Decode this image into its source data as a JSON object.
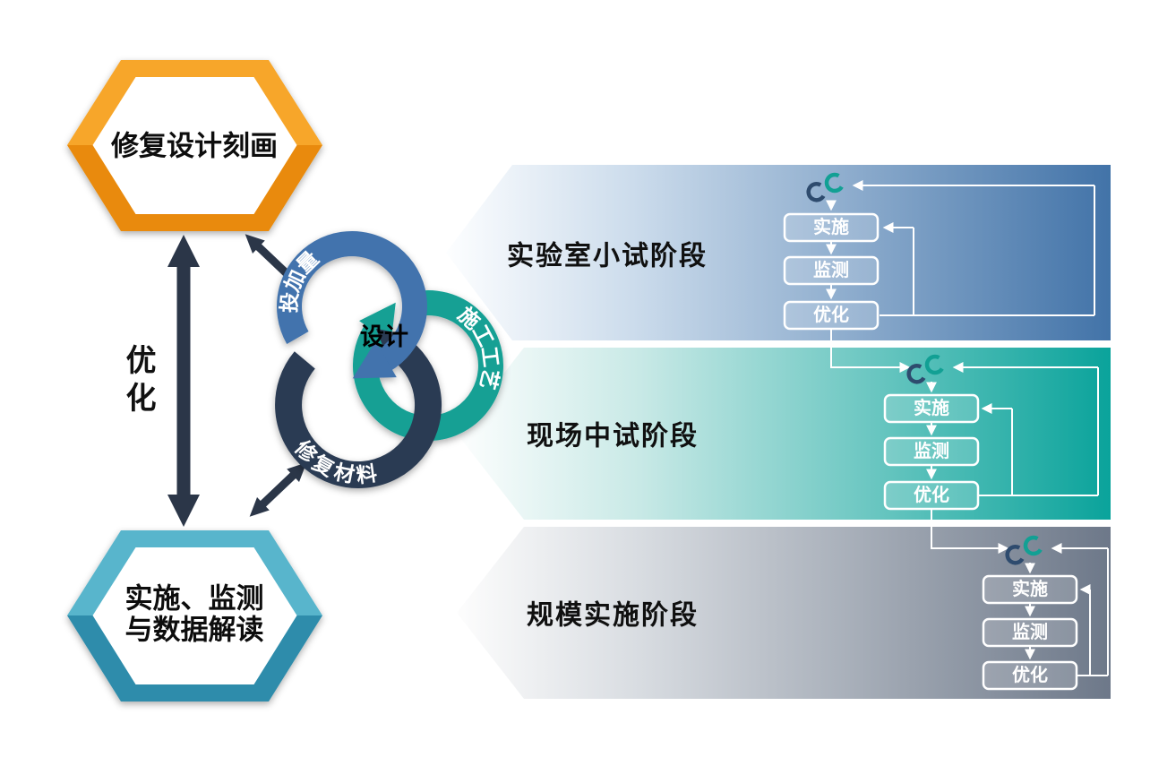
{
  "diagram": {
    "left_flow": {
      "top_hexagon": "修复设计刻画",
      "bottom_hexagon_line1": "实施、监测",
      "bottom_hexagon_line2": "与数据解读",
      "optimize_arrow_label": "优化"
    },
    "design_cycle": {
      "center": "设计",
      "rings": [
        {
          "label": "投加量",
          "color": "#4273ad"
        },
        {
          "label": "施工工艺",
          "color": "#12a094"
        },
        {
          "label": "修复材料",
          "color": "#2b3b52"
        }
      ]
    },
    "stages": [
      {
        "name": "实验室小试阶段",
        "color": "#4273a8",
        "steps": [
          "实施",
          "监测",
          "优化"
        ]
      },
      {
        "name": "现场中试阶段",
        "color": "#0aa39b",
        "steps": [
          "实施",
          "监测",
          "优化"
        ]
      },
      {
        "name": "规模实施阶段",
        "color": "#6d7889",
        "steps": [
          "实施",
          "监测",
          "优化"
        ]
      }
    ]
  }
}
